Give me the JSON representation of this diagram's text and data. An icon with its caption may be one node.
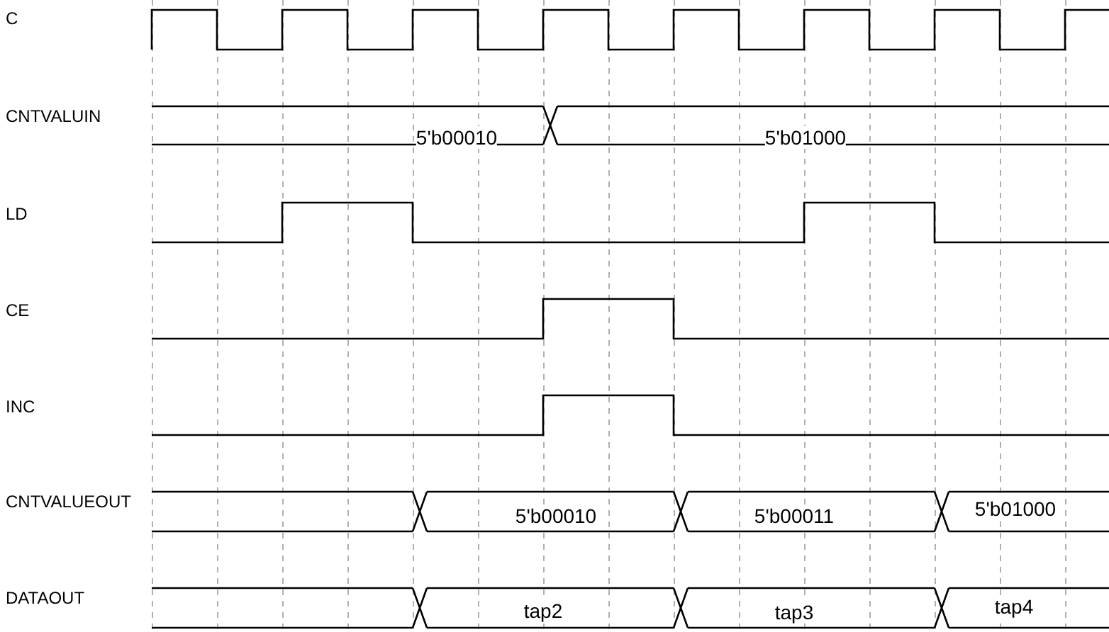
{
  "diagram": {
    "labels": [
      "C",
      "CNTVALUIN",
      "5'b00010",
      "5'b01000",
      "LD",
      "CE",
      "INC",
      "CNTVALUEOUT",
      "5'b00010",
      "5'b00011",
      "5'b01000",
      "DATAOUT",
      "tap2",
      "tap3",
      "tap4"
    ]
  }
}
